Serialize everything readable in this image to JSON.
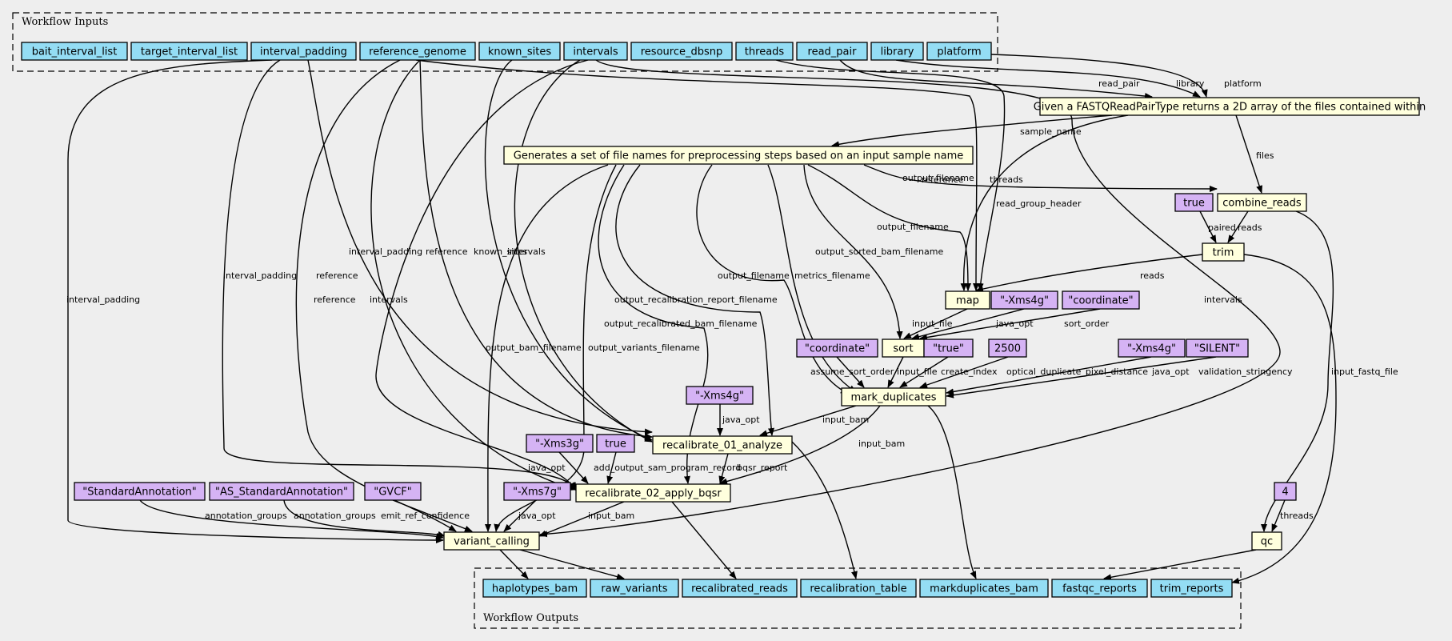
{
  "colors": {
    "background": "#eeeeee",
    "io_node": "#94ddf4",
    "step_node": "#ffffdd",
    "value_node": "#d5b3f4",
    "stroke": "#000000"
  },
  "clusters": {
    "inputs": "Workflow Inputs",
    "outputs": "Workflow Outputs"
  },
  "inputs": [
    "bait_interval_list",
    "target_interval_list",
    "interval_padding",
    "reference_genome",
    "known_sites",
    "intervals",
    "resource_dbsnp",
    "threads",
    "read_pair",
    "library",
    "platform"
  ],
  "outputs": [
    "haplotypes_bam",
    "raw_variants",
    "recalibrated_reads",
    "recalibration_table",
    "markduplicates_bam",
    "fastqc_reports",
    "trim_reports"
  ],
  "steps": {
    "fastq_files": "Given a FASTQReadPairType returns a 2D array of the files contained within",
    "file_names": "Generates a set of file names for preprocessing steps based on an input sample name",
    "combine_reads": "combine_reads",
    "trim": "trim",
    "map": "map",
    "sort": "sort",
    "mark_duplicates": "mark_duplicates",
    "recalibrate_01": "recalibrate_01_analyze",
    "recalibrate_02": "recalibrate_02_apply_bqsr",
    "variant_calling": "variant_calling",
    "qc": "qc"
  },
  "values": {
    "trim_paired": "true",
    "map_java_opt": "\"-Xms4g\"",
    "sort_order": "\"coordinate\"",
    "md_assume_sort": "\"coordinate\"",
    "md_create_index": "\"true\"",
    "md_pixel_distance": "2500",
    "md_java_opt": "\"-Xms4g\"",
    "md_validation": "\"SILENT\"",
    "r1_java_opt": "\"-Xms4g\"",
    "r2_java_opt": "\"-Xms3g\"",
    "r2_add_pg": "true",
    "vc_annotation": "\"StandardAnnotation\"",
    "vc_as_annotation": "\"AS_StandardAnnotation\"",
    "vc_gvcf": "\"GVCF\"",
    "vc_java_opt": "\"-Xms7g\"",
    "qc_threads": "4"
  },
  "edge_labels": {
    "read_pair": "read_pair",
    "library": "library",
    "platform": "platform",
    "sample_name": "sample_name",
    "files": "files",
    "output_filename_combine": "output_filename",
    "reference_map": "reference",
    "threads_map": "threads",
    "read_group_header": "read_group_header",
    "paired": "paired",
    "reads_trim": "reads",
    "reads_map": "reads",
    "output_filename_map": "output_filename",
    "output_sorted_bam_filename": "output_sorted_bam_filename",
    "output_filename_md": "output_filename",
    "metrics_filename": "metrics_filename",
    "intervals_vc": "intervals",
    "input_fastq_file": "input_fastq_file",
    "interval_padding_r1": "interval_padding",
    "reference_r1": "reference",
    "known_sites_r1": "known_sites",
    "intervals_r1": "intervals",
    "interval_padding_r2": "interval_padding",
    "reference_r2": "reference",
    "intervals_r2": "intervals",
    "interval_padding_vc": "interval_padding",
    "reference_vc": "reference",
    "output_recalibration_report_filename": "output_recalibration_report_filename",
    "output_recalibrated_bam_filename": "output_recalibrated_bam_filename",
    "output_bam_filename": "output_bam_filename",
    "output_variants_filename": "output_variants_filename",
    "input_file_sort": "input_file",
    "java_opt_sort": "java_opt",
    "sort_order": "sort_order",
    "assume_sort_order": "assume_sort_order",
    "input_file_md": "input_file",
    "create_index": "create_index",
    "optical_duplicate_pixel_distance": "optical_duplicate_pixel_distance",
    "java_opt_md": "java_opt",
    "validation_stringency": "validation_stringency",
    "java_opt_r1": "java_opt",
    "input_bam_r1": "input_bam",
    "input_bam_r2": "input_bam",
    "java_opt_r2": "java_opt",
    "add_output_sam_program_record": "add_output_sam_program_record",
    "bqsr_report": "bqsr_report",
    "annotation_groups_1": "annotation_groups",
    "annotation_groups_2": "annotation_groups",
    "emit_ref_confidence": "emit_ref_confidence",
    "java_opt_vc": "java_opt",
    "input_bam_vc": "input_bam",
    "threads_qc": "threads"
  }
}
